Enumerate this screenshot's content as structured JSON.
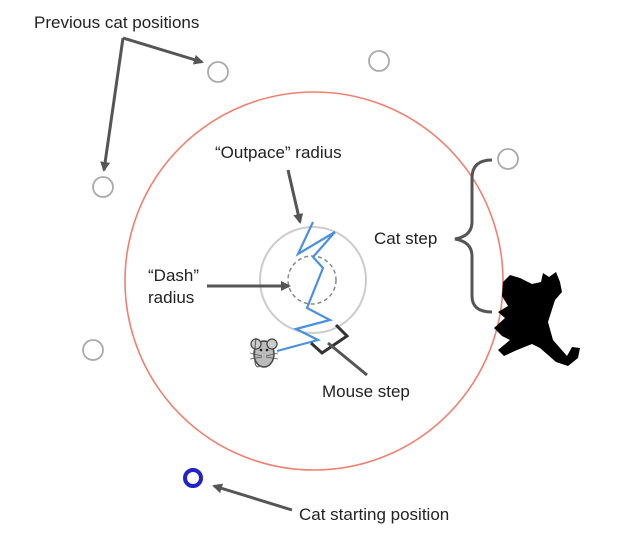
{
  "labels": {
    "previous_cat_positions": "Previous cat positions",
    "outpace_radius": "“Outpace” radius",
    "dash_radius_line1": "“Dash”",
    "dash_radius_line2": "radius",
    "cat_step": "Cat step",
    "mouse_step": "Mouse step",
    "cat_starting_position": "Cat starting position"
  },
  "icons": {
    "cat": "cat-silhouette-icon",
    "mouse": "mouse-icon"
  },
  "colors": {
    "big_circle": "#f08070",
    "outpace_circle": "#cccccc",
    "dash_circle": "#888888",
    "mouse_path": "#4a90e2",
    "start_marker": "#2222cc",
    "previous_positions": "#aaaaaa",
    "arrows": "#555555"
  }
}
